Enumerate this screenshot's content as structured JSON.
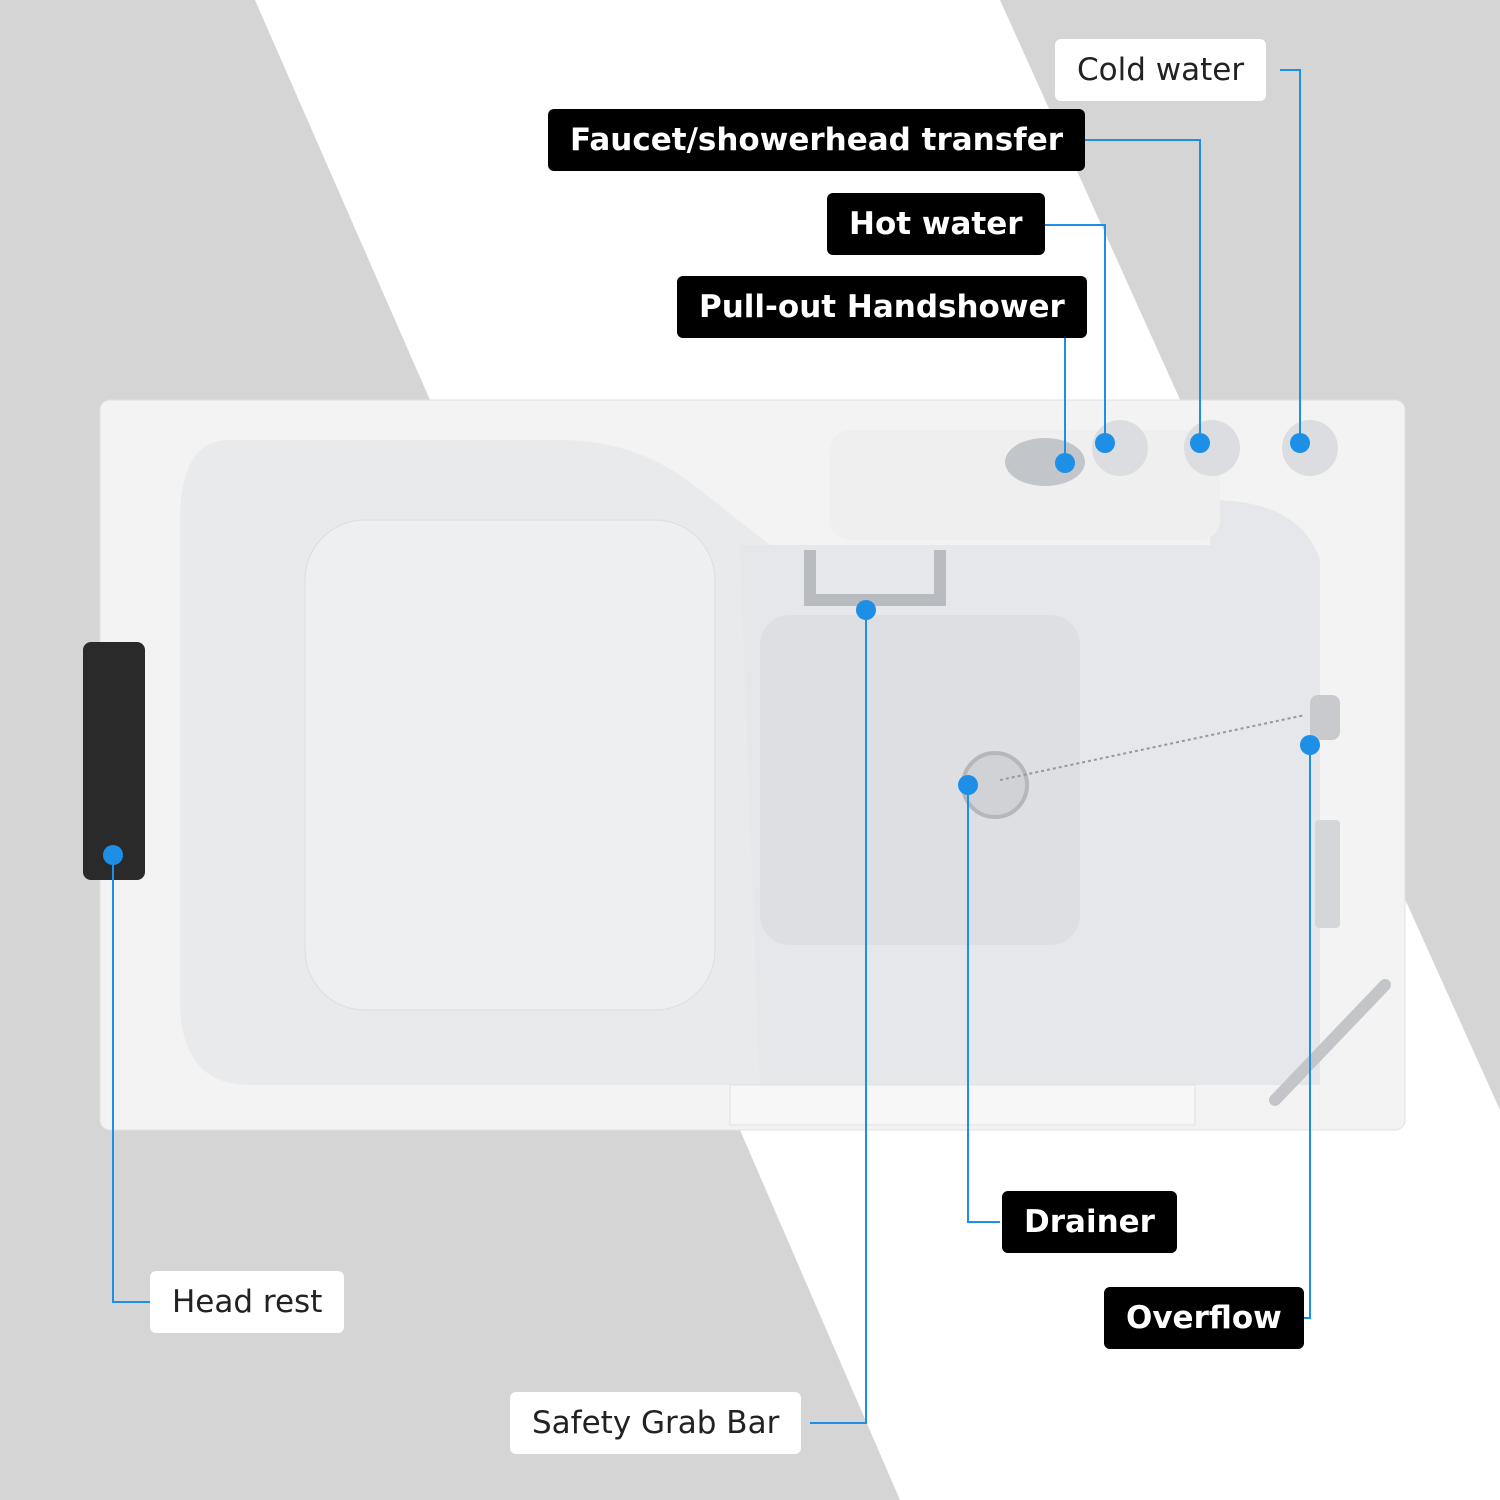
{
  "labels": {
    "cold_water": "Cold water",
    "faucet_transfer": "Faucet/showerhead transfer",
    "hot_water": "Hot water",
    "handshower": "Pull-out Handshower",
    "drainer": "Drainer",
    "overflow": "Overflow",
    "head_rest": "Head rest",
    "grab_bar": "Safety Grab Bar"
  },
  "colors": {
    "accent": "#1e8fe6",
    "background": "#d5d5d5",
    "label_dark": "#000000"
  }
}
